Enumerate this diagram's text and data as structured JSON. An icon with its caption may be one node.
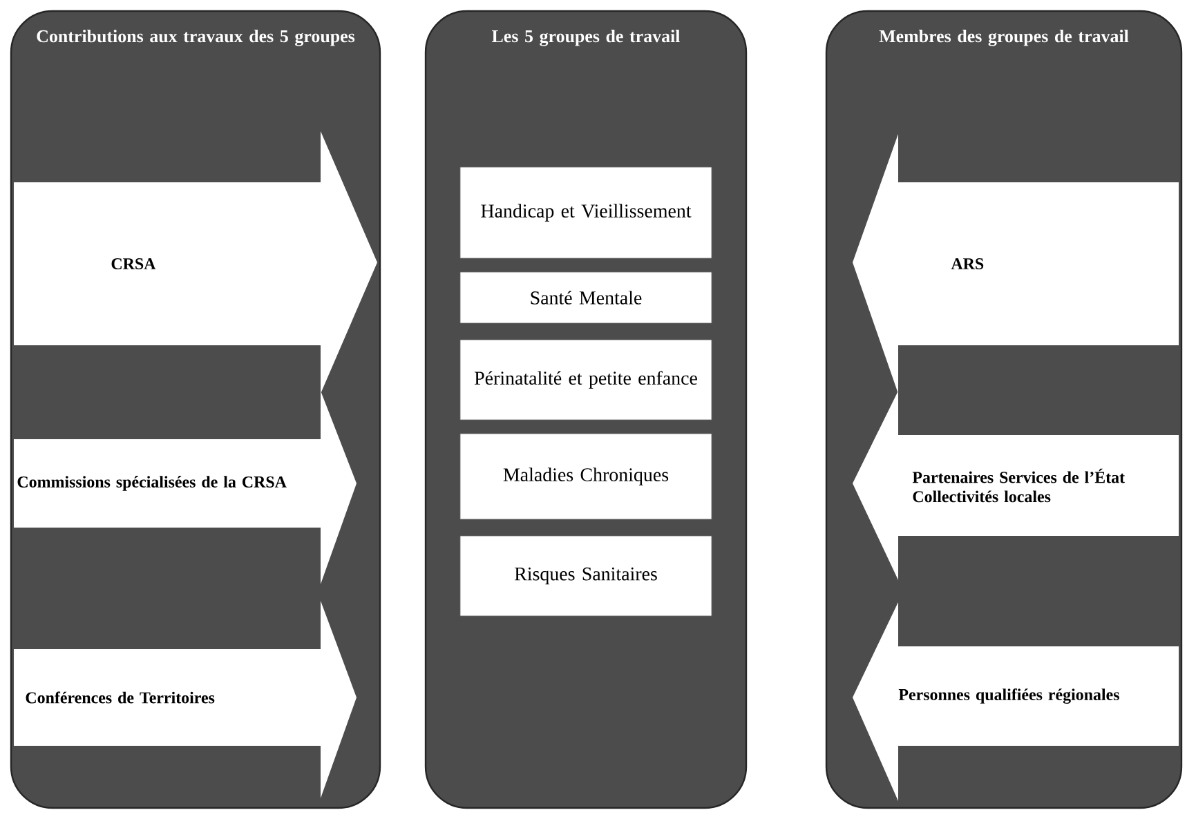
{
  "diagram": {
    "nodes": [
      {
        "text": [
          "Contributions aux travaux des 5 groupes"
        ]
      },
      {
        "text": [
          "Les 5 groupes de travail"
        ]
      },
      {
        "text": [
          "Membres des groupes de travail"
        ]
      },
      {
        "text": [
          "CRSA"
        ],
        "in": 0
      },
      {
        "text": [
          "Commissions spécialisées de la CRSA"
        ],
        "in": 0
      },
      {
        "text": [
          "Conférences de Territoires"
        ],
        "in": 0
      },
      {
        "text": [
          "Handicap et Vieillissement"
        ],
        "in": 1
      },
      {
        "text": [
          "Santé Mentale"
        ],
        "in": 1
      },
      {
        "text": [
          "Périnatalité et petite enfance"
        ],
        "in": 1
      },
      {
        "text": [
          "Maladies Chroniques"
        ],
        "in": 1
      },
      {
        "text": [
          "Risques Sanitaires"
        ],
        "in": 1
      },
      {
        "text": [
          "ARS"
        ],
        "in": 2
      },
      {
        "text": [
          "Partenaires Services de l’État Collectivités locales"
        ],
        "in": 2
      },
      {
        "text": [
          "Personnes qualifiées régionales"
        ],
        "in": 2
      }
    ]
  }
}
